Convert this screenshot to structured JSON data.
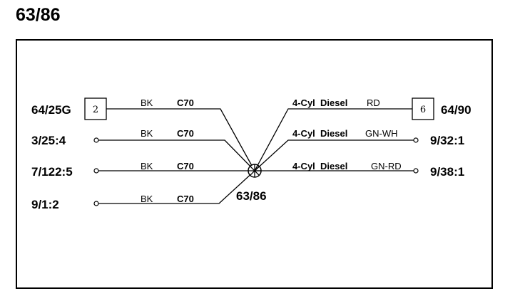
{
  "page_title": "63/86",
  "splice": {
    "label": "63/86"
  },
  "left_connections": [
    {
      "id": "64/25G",
      "pin": "2",
      "color": "BK",
      "wire": "C70",
      "terminal": "box"
    },
    {
      "id": "3/25:4",
      "color": "BK",
      "wire": "C70",
      "terminal": "dot"
    },
    {
      "id": "7/122:5",
      "color": "BK",
      "wire": "C70",
      "terminal": "dot"
    },
    {
      "id": "9/1:2",
      "color": "BK",
      "wire": "C70",
      "terminal": "dot"
    }
  ],
  "right_connections": [
    {
      "id": "64/90",
      "pin": "6",
      "wire": "4-Cyl  Diesel",
      "color": "RD",
      "terminal": "box"
    },
    {
      "id": "9/32:1",
      "wire": "4-Cyl  Diesel",
      "color": "GN-WH",
      "terminal": "dot"
    },
    {
      "id": "9/38:1",
      "wire": "4-Cyl  Diesel",
      "color": "GN-RD",
      "terminal": "dot"
    }
  ]
}
